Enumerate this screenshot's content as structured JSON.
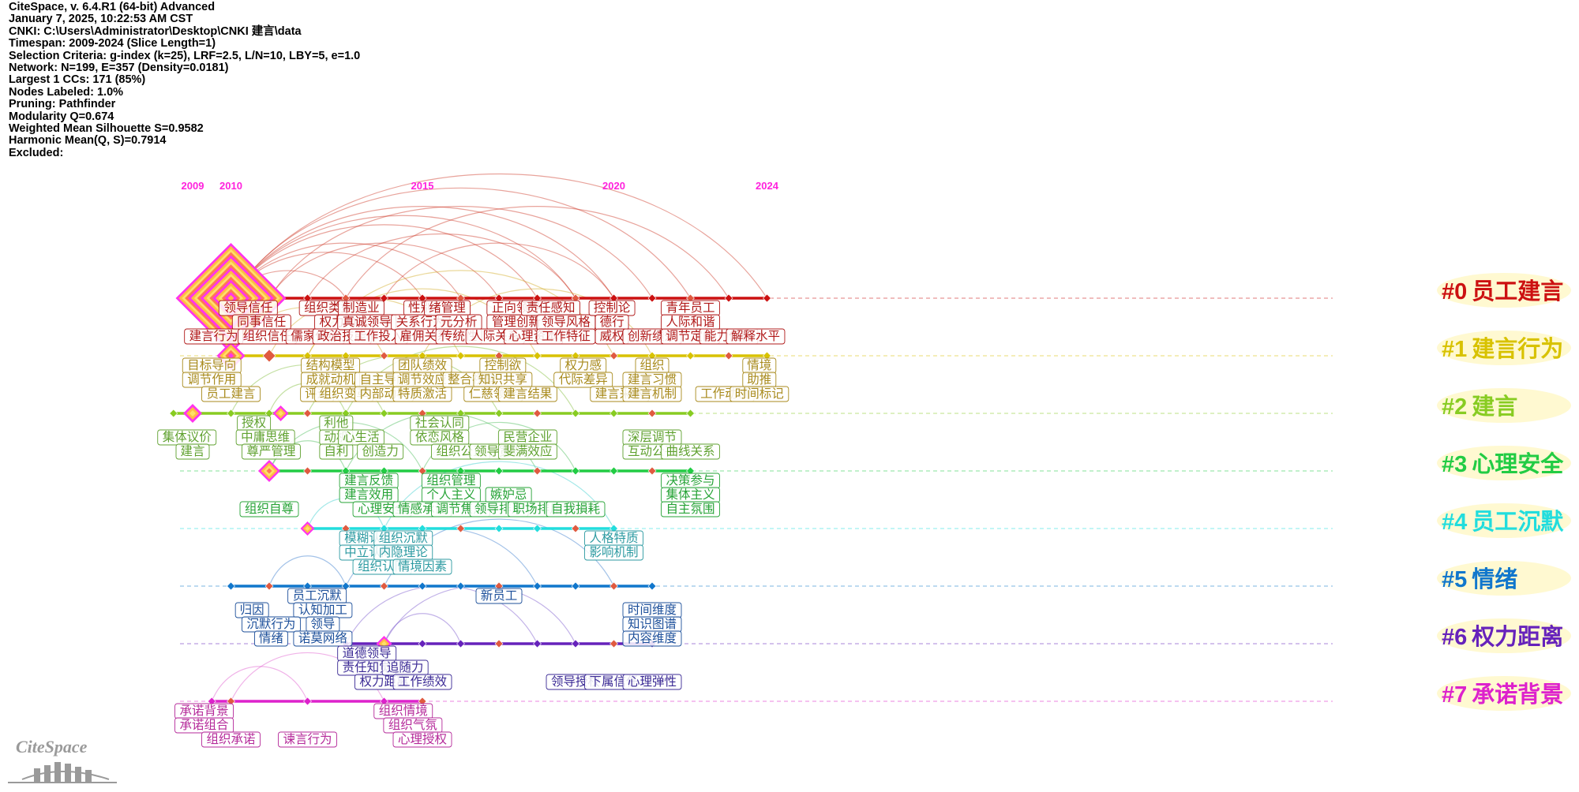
{
  "info": [
    "CiteSpace, v. 6.4.R1 (64-bit) Advanced",
    "January 7, 2025, 10:22:53 AM CST",
    "CNKI: C:\\Users\\Administrator\\Desktop\\CNKI 建言\\data",
    "Timespan: 2009-2024 (Slice Length=1)",
    "Selection Criteria: g-index (k=25), LRF=2.5, L/N=10, LBY=5, e=1.0",
    "Network: N=199, E=357 (Density=0.0181)",
    "Largest 1 CCs: 171 (85%)",
    "Nodes Labeled: 1.0%",
    "Pruning: Pathfinder",
    "Modularity Q=0.674",
    "Weighted Mean Silhouette S=0.9582",
    "Harmonic Mean(Q, S)=0.7914",
    "Excluded:"
  ],
  "years": [
    "2009",
    "2010",
    "2015",
    "2020",
    "2024"
  ],
  "logo_text": "CiteSpace",
  "colors": {
    "year": "#ff22dd",
    "cluster_bg": "#fff8cc"
  },
  "clusters": [
    {
      "id": "#0",
      "name": "员工建言",
      "color": "#cc1111",
      "dark": "#b01818",
      "arc": "#cc3322",
      "nodes": [
        2009,
        2010,
        2011,
        2012,
        2013,
        2014,
        2015,
        2016,
        2017,
        2018,
        2019,
        2020,
        2021,
        2022,
        2023,
        2024
      ],
      "labels": [
        [
          "领导信任",
          2010.45,
          0
        ],
        [
          "同事信任",
          2010.8,
          1
        ],
        [
          "建言行为",
          2009.55,
          2
        ],
        [
          "组织信任",
          2010.95,
          2
        ],
        [
          "组织类型",
          2012.55,
          0
        ],
        [
          "权力动机",
          2012.95,
          1
        ],
        [
          "儒家传统",
          2012.2,
          2
        ],
        [
          "政治技能",
          2012.9,
          2
        ],
        [
          "制造业",
          2013.4,
          0
        ],
        [
          "真诚领导",
          2013.55,
          1
        ],
        [
          "工作投入",
          2013.85,
          2
        ],
        [
          "性别",
          2014.95,
          0
        ],
        [
          "关系行为",
          2014.95,
          1
        ],
        [
          "雇佣关系",
          2015.05,
          2
        ],
        [
          "绪管理",
          2015.65,
          0
        ],
        [
          "元分析",
          2015.95,
          1
        ],
        [
          "传统性",
          2015.95,
          2
        ],
        [
          "正向领导",
          2017.45,
          0
        ],
        [
          "管理创新",
          2017.45,
          1
        ],
        [
          "人际关系",
          2016.9,
          2
        ],
        [
          "心理资本",
          2017.9,
          2
        ],
        [
          "责任感知",
          2018.35,
          0
        ],
        [
          "领导风格",
          2018.75,
          1
        ],
        [
          "工作特征",
          2018.75,
          2
        ],
        [
          "控制论",
          2019.95,
          0
        ],
        [
          "德行",
          2019.95,
          1
        ],
        [
          "威权",
          2019.95,
          2
        ],
        [
          "创新绩效",
          2021.0,
          2
        ],
        [
          "青年员工",
          2022.0,
          0
        ],
        [
          "人际和谐",
          2022.0,
          1
        ],
        [
          "调节定向",
          2022.0,
          2
        ],
        [
          "能力信任",
          2023.0,
          2
        ],
        [
          "解释水平",
          2023.7,
          2
        ]
      ]
    },
    {
      "id": "#1",
      "name": "建言行为",
      "color": "#d8c200",
      "dark": "#a88a1c",
      "arc": "#d0a820",
      "nodes": [
        2010,
        2011,
        2012,
        2013,
        2014,
        2015,
        2016,
        2017,
        2018,
        2019,
        2020,
        2021,
        2022,
        2023,
        2024
      ],
      "labels": [
        [
          "目标导向",
          2009.5,
          0
        ],
        [
          "调节作用",
          2009.5,
          1
        ],
        [
          "员工建言",
          2010.0,
          2
        ],
        [
          "结构模型",
          2012.6,
          0
        ],
        [
          "成就动机",
          2012.6,
          1
        ],
        [
          "评述",
          2012.25,
          2
        ],
        [
          "组织变革",
          2012.95,
          2
        ],
        [
          "自主导向",
          2014.0,
          1
        ],
        [
          "内部动机",
          2014.0,
          2
        ],
        [
          "团队绩效",
          2015.0,
          0
        ],
        [
          "调节效应",
          2015.0,
          1
        ],
        [
          "特质激活",
          2015.0,
          2
        ],
        [
          "整合视角",
          2016.3,
          1
        ],
        [
          "控制欲",
          2017.1,
          0
        ],
        [
          "知识共享",
          2017.1,
          1
        ],
        [
          "仁慈领导",
          2016.85,
          2
        ],
        [
          "建言结果",
          2017.75,
          2
        ],
        [
          "权力感",
          2019.2,
          0
        ],
        [
          "代际差异",
          2019.2,
          1
        ],
        [
          "建言采纳",
          2020.15,
          2
        ],
        [
          "组织",
          2021.0,
          0
        ],
        [
          "建言习惯",
          2021.0,
          1
        ],
        [
          "建言机制",
          2021.0,
          2
        ],
        [
          "工作动机",
          2022.9,
          2
        ],
        [
          "情境",
          2023.8,
          0
        ],
        [
          "助推",
          2023.8,
          1
        ],
        [
          "时间标记",
          2023.8,
          2
        ]
      ]
    },
    {
      "id": "#2",
      "name": "建言",
      "color": "#88cc22",
      "dark": "#5fa12f",
      "arc": "#7dbb33",
      "nodes": [
        2008.5,
        2009,
        2010,
        2011,
        2012,
        2013,
        2014,
        2015,
        2016,
        2017,
        2018,
        2019,
        2020,
        2021,
        2022
      ],
      "labels": [
        [
          "集体议价",
          2008.85,
          1
        ],
        [
          "建言",
          2009.0,
          2
        ],
        [
          "授权",
          2010.6,
          0
        ],
        [
          "中庸思维",
          2010.9,
          1
        ],
        [
          "尊严管理",
          2011.05,
          2
        ],
        [
          "利他",
          2012.75,
          0
        ],
        [
          "动机",
          2012.75,
          1
        ],
        [
          "自利",
          2012.75,
          2
        ],
        [
          "心生活",
          2013.4,
          1
        ],
        [
          "创造力",
          2013.9,
          2
        ],
        [
          "社会认同",
          2015.45,
          0
        ],
        [
          "依恋风格",
          2015.45,
          1
        ],
        [
          "组织公正",
          2016.0,
          2
        ],
        [
          "领导宽恕",
          2017.0,
          2
        ],
        [
          "民营企业",
          2017.75,
          1
        ],
        [
          "斐满效应",
          2017.75,
          2
        ],
        [
          "深层调节",
          2021.0,
          1
        ],
        [
          "互动公平",
          2021.0,
          2
        ],
        [
          "曲线关系",
          2022.0,
          2
        ]
      ]
    },
    {
      "id": "#3",
      "name": "心理安全",
      "color": "#22cc44",
      "dark": "#26a336",
      "arc": "#44bb55",
      "nodes": [
        2011,
        2012,
        2013,
        2014,
        2015,
        2016,
        2017,
        2018,
        2019,
        2020,
        2021,
        2022
      ],
      "labels": [
        [
          "组织自尊",
          2011.0,
          2
        ],
        [
          "建言反馈",
          2013.6,
          0
        ],
        [
          "建言效用",
          2013.6,
          1
        ],
        [
          "心理安全",
          2013.95,
          2
        ],
        [
          "组织管理",
          2015.75,
          0
        ],
        [
          "个人主义",
          2015.75,
          1
        ],
        [
          "情感承诺",
          2015.0,
          2
        ],
        [
          "调节焦点",
          2016.0,
          2
        ],
        [
          "嫉妒忌",
          2017.25,
          1
        ],
        [
          "领导排斥",
          2017.0,
          2
        ],
        [
          "职场排斥",
          2018.0,
          2
        ],
        [
          "自我損耗",
          2019.0,
          2
        ],
        [
          "决策参与",
          2022.0,
          0
        ],
        [
          "集体主义",
          2022.0,
          1
        ],
        [
          "自主氛围",
          2022.0,
          2
        ]
      ]
    },
    {
      "id": "#4",
      "name": "员工沉默",
      "color": "#22dddd",
      "dark": "#2c9aa1",
      "arc": "#33cccc",
      "nodes": [
        2012,
        2013,
        2014,
        2015,
        2016,
        2017,
        2018,
        2019,
        2020
      ],
      "labels": [
        [
          "模糊认同",
          2013.6,
          0
        ],
        [
          "中立认同",
          2013.6,
          1
        ],
        [
          "组织认同",
          2013.95,
          2
        ],
        [
          "组织沉默",
          2014.5,
          0
        ],
        [
          "内隐理论",
          2014.5,
          1
        ],
        [
          "情境因素",
          2015.0,
          2
        ],
        [
          "人格特质",
          2020.0,
          0
        ],
        [
          "影响机制",
          2020.0,
          1
        ]
      ]
    },
    {
      "id": "#5",
      "name": "情绪",
      "color": "#1177cc",
      "dark": "#1c4f9a",
      "arc": "#3377cc",
      "nodes": [
        2010,
        2011,
        2012,
        2013,
        2014,
        2015,
        2016,
        2017,
        2018,
        2019,
        2020,
        2021
      ],
      "labels": [
        [
          "员工沉默",
          2012.25,
          0
        ],
        [
          "新员工",
          2017.0,
          0
        ],
        [
          "归因",
          2010.55,
          1
        ],
        [
          "认知加工",
          2012.4,
          1
        ],
        [
          "沉默行为",
          2011.05,
          2
        ],
        [
          "领导",
          2012.4,
          2
        ],
        [
          "情绪",
          2011.05,
          3
        ],
        [
          "诺莫网络",
          2012.4,
          3
        ],
        [
          "时间维度",
          2021.0,
          1
        ],
        [
          "知识图谱",
          2021.0,
          2
        ],
        [
          "内容维度",
          2021.0,
          3
        ]
      ]
    },
    {
      "id": "#6",
      "name": "权力距离",
      "color": "#6622bb",
      "dark": "#3b2a95",
      "arc": "#7755cc",
      "nodes": [
        2013,
        2014,
        2015,
        2016,
        2017,
        2018,
        2019,
        2020,
        2021
      ],
      "labels": [
        [
          "道德领导",
          2013.55,
          0
        ],
        [
          "责任知觉",
          2013.55,
          1
        ],
        [
          "权力距离",
          2014.0,
          2
        ],
        [
          "追随力",
          2014.55,
          1
        ],
        [
          "工作绩效",
          2015.0,
          2
        ],
        [
          "领导授权",
          2019.0,
          2
        ],
        [
          "下属信任",
          2020.0,
          2
        ],
        [
          "心理弹性",
          2021.0,
          2
        ]
      ]
    },
    {
      "id": "#7",
      "name": "承诺背景",
      "color": "#dd22cc",
      "dark": "#b52a9a",
      "arc": "#dd55cc",
      "nodes": [
        2009.5,
        2010,
        2012,
        2014,
        2015
      ],
      "labels": [
        [
          "承诺背景",
          2009.3,
          0
        ],
        [
          "承诺组合",
          2009.3,
          1
        ],
        [
          "组织承诺",
          2010.0,
          2
        ],
        [
          "谏言行为",
          2012.0,
          2
        ],
        [
          "组织情境",
          2014.5,
          0
        ],
        [
          "组织气氛",
          2014.75,
          1
        ],
        [
          "心理授权",
          2015.0,
          2
        ]
      ]
    }
  ]
}
